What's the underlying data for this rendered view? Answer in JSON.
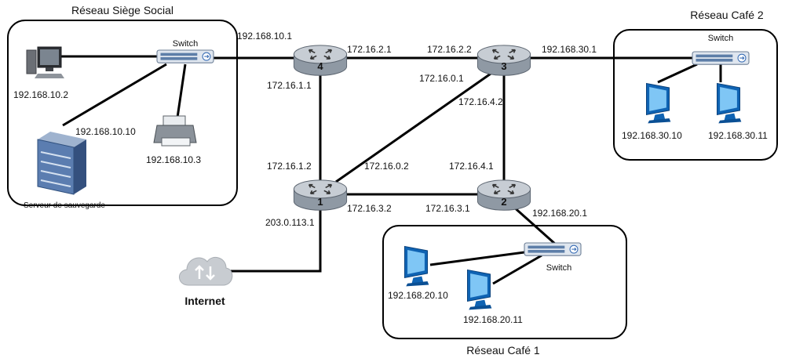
{
  "zones": {
    "siege": "Réseau Siège Social",
    "cafe2": "Réseau Café 2",
    "cafe1": "Réseau Café 1"
  },
  "switches": {
    "siege": "Switch",
    "cafe2": "Switch",
    "cafe1": "Switch"
  },
  "routers": {
    "r1": "1",
    "r2": "2",
    "r3": "3",
    "r4": "4"
  },
  "devices": {
    "pc_siege": "192.168.10.2",
    "server_ip": "192.168.10.10",
    "server_name": "Serveur de sauvegarde",
    "printer": "192.168.10.3",
    "cafe2_pc1": "192.168.30.10",
    "cafe2_pc2": "192.168.30.11",
    "cafe1_pc1": "192.168.20.10",
    "cafe1_pc2": "192.168.20.11",
    "internet": "Internet"
  },
  "interfaces": {
    "r4_lan": "192.168.10.1",
    "r4_to_r3": "172.16.2.1",
    "r3_to_r4": "172.16.2.2",
    "r3_lan": "192.168.30.1",
    "r4_to_r1": "172.16.1.1",
    "r3_to_r1": "172.16.0.1",
    "r3_to_r2": "172.16.4.2",
    "r1_to_r4": "172.16.1.2",
    "r1_to_r3": "172.16.0.2",
    "r2_to_r3": "172.16.4.1",
    "r1_to_r2": "172.16.3.2",
    "r2_to_r1": "172.16.3.1",
    "r2_lan": "192.168.20.1",
    "r1_wan": "203.0.113.1"
  },
  "colors": {
    "router_body": "#9aa3ad",
    "router_top": "#c9cfd6",
    "switch_body": "#d9e2ee",
    "switch_accent": "#3b6fb6",
    "monitor_blue": "#1a7fd6",
    "monitor_dark": "#0b4f94",
    "cloud": "#c8ccd1"
  }
}
